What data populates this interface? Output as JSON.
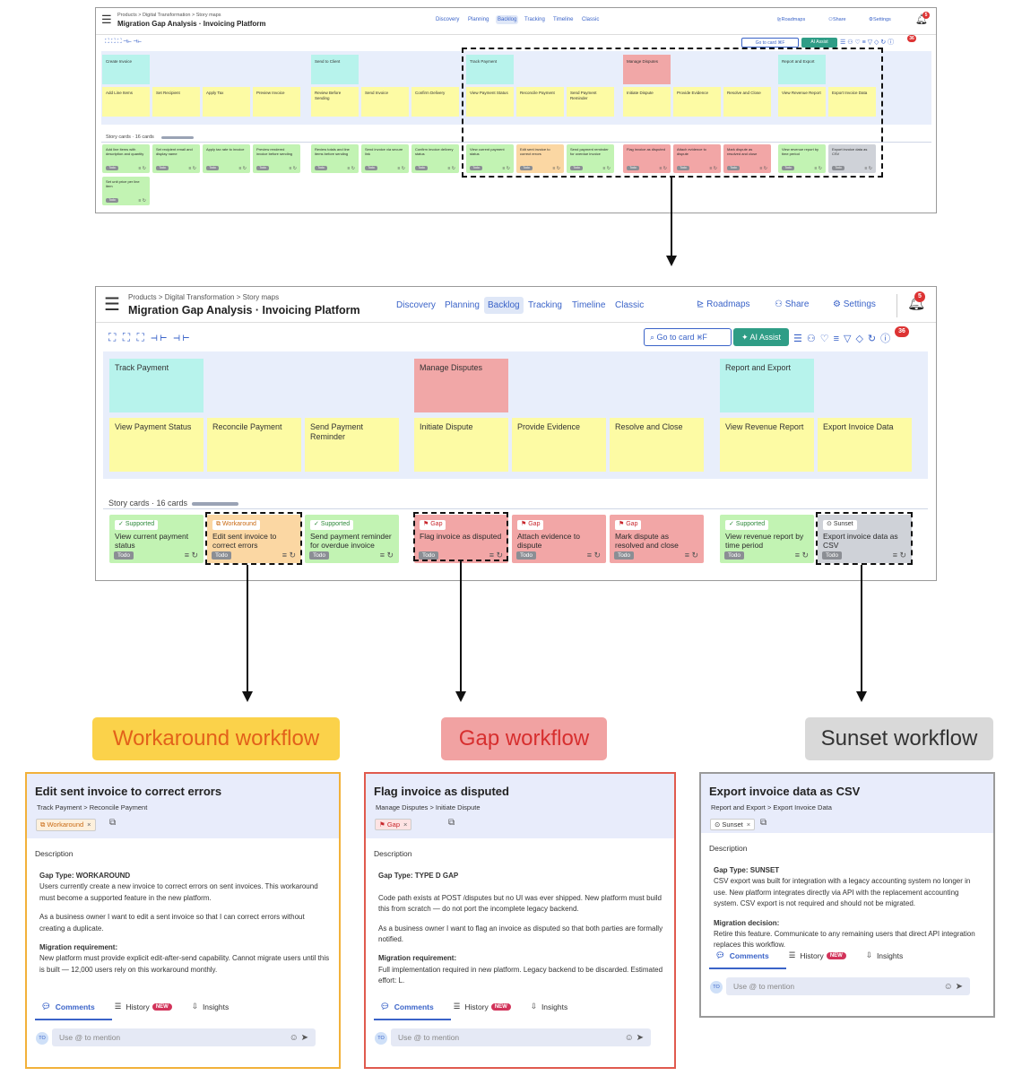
{
  "app": {
    "breadcrumb": "Products > Digital Transformation > Story maps",
    "title": "Migration Gap Analysis · Invoicing Platform",
    "tabs": [
      "Discovery",
      "Planning",
      "Backlog",
      "Tracking",
      "Timeline",
      "Classic"
    ],
    "active_tab": "Backlog",
    "roadmaps_label": "Roadmaps",
    "share_label": "Share",
    "settings_label": "Settings",
    "notification_count": "5",
    "go_to_card": "Go to card ⌘F",
    "ai_assist": "AI Assist",
    "toolbar_badge": "36",
    "story_cards_label": "Story cards · 16 cards"
  },
  "overview": {
    "activities": [
      "Create Invoice",
      "Send to Client",
      "Track Payment",
      "Manage Disputes",
      "Report and Export"
    ],
    "steps": [
      "Add Line Items",
      "Set Recipient",
      "Apply Tax",
      "Preview Invoice",
      "Review Before Sending",
      "Send Invoice",
      "Confirm Delivery",
      "View Payment Status",
      "Reconcile Payment",
      "Send Payment Reminder",
      "Initiate Dispute",
      "Provide Evidence",
      "Resolve and Close",
      "View Revenue Report",
      "Export Invoice Data"
    ],
    "story_cards": [
      {
        "text": "Add line items with description and quantity",
        "status": "Todo"
      },
      {
        "text": "Set recipient email and display name",
        "status": "Todo"
      },
      {
        "text": "Apply tax rate to invoice",
        "status": "Todo"
      },
      {
        "text": "Preview rendered invoice before sending",
        "status": "Todo"
      },
      {
        "text": "Review totals and line items before sending",
        "status": "Todo"
      },
      {
        "text": "Send invoice via secure link",
        "status": "Todo"
      },
      {
        "text": "Confirm invoice delivery status",
        "status": "Todo"
      },
      {
        "text": "View current payment status",
        "status": "Todo"
      },
      {
        "text": "Edit sent invoice to correct errors",
        "status": "Todo"
      },
      {
        "text": "Send payment reminder for overdue invoice",
        "status": "Todo"
      },
      {
        "text": "Flag invoice as disputed",
        "status": "Todo"
      },
      {
        "text": "Attach evidence to dispute",
        "status": "Todo"
      },
      {
        "text": "Mark dispute as resolved and close",
        "status": "Todo"
      },
      {
        "text": "View revenue report by time period",
        "status": "Todo"
      },
      {
        "text": "Export invoice data as CSV",
        "status": "Todo"
      },
      {
        "text": "Set unit price per line item",
        "status": "Todo"
      }
    ]
  },
  "zoom": {
    "activities": [
      "Track Payment",
      "Manage Disputes",
      "Report and Export"
    ],
    "steps": [
      "View Payment Status",
      "Reconcile Payment",
      "Send Payment Reminder",
      "Initiate Dispute",
      "Provide Evidence",
      "Resolve and Close",
      "View Revenue Report",
      "Export Invoice Data"
    ],
    "cards": [
      {
        "tag": "Supported",
        "text": "View current payment status",
        "status": "Todo"
      },
      {
        "tag": "Workaround",
        "text": "Edit sent invoice to correct errors",
        "status": "Todo"
      },
      {
        "tag": "Supported",
        "text": "Send payment reminder for overdue invoice",
        "status": "Todo"
      },
      {
        "tag": "Gap",
        "text": "Flag invoice as disputed",
        "status": "Todo"
      },
      {
        "tag": "Gap",
        "text": "Attach evidence to dispute",
        "status": "Todo"
      },
      {
        "tag": "Gap",
        "text": "Mark dispute as resolved and close",
        "status": "Todo"
      },
      {
        "tag": "Supported",
        "text": "View revenue report by time period",
        "status": "Todo"
      },
      {
        "tag": "Sunset",
        "text": "Export invoice data as CSV",
        "status": "Todo"
      }
    ]
  },
  "workflows": [
    {
      "label": "Workaround workflow",
      "title": "Edit sent invoice to correct errors",
      "crumb": "Track Payment > Reconcile Payment",
      "tag": "Workaround",
      "description_label": "Description",
      "gap_type": "Gap Type: WORKAROUND",
      "para1": "Users currently create a new invoice to correct errors on sent invoices. This workaround must become a supported feature in the new platform.",
      "para2": "As a business owner I want to edit a sent invoice so that I can correct errors without creating a duplicate.",
      "req_title": "Migration requirement:",
      "req_text": "New platform must provide explicit edit-after-send capability. Cannot migrate users until this is built — 12,000 users rely on this workaround monthly."
    },
    {
      "label": "Gap workflow",
      "title": "Flag invoice as disputed",
      "crumb": "Manage Disputes > Initiate Dispute",
      "tag": "Gap",
      "description_label": "Description",
      "gap_type": "Gap Type: TYPE D GAP",
      "para1": "Code path exists at POST /disputes but no UI was ever shipped. New platform must build this from scratch — do not port the incomplete legacy backend.",
      "para2": "As a business owner I want to flag an invoice as disputed so that both parties are formally notified.",
      "req_title": "Migration requirement:",
      "req_text": "Full implementation required in new platform. Legacy backend to be discarded. Estimated effort: L."
    },
    {
      "label": "Sunset workflow",
      "title": "Export invoice data as CSV",
      "crumb": "Report and Export > Export Invoice Data",
      "tag": "Sunset",
      "description_label": "Description",
      "gap_type": "Gap Type: SUNSET",
      "para1": "CSV export was built for integration with a legacy accounting system no longer in use. New platform integrates directly via API with the replacement accounting system. CSV export is not required and should not be migrated.",
      "para2": "",
      "req_title": "Migration decision:",
      "req_text": "Retire this feature. Communicate to any remaining users that direct API integration replaces this workflow."
    }
  ],
  "panel_ui": {
    "comments": "Comments",
    "history": "History",
    "new_badge": "NEW",
    "insights": "Insights",
    "mention_placeholder": "Use @ to mention",
    "avatar": "TO"
  },
  "colors": {
    "supported": "#c2f3b3",
    "workaround": "#fbd7a3",
    "gap": "#f2a6a6",
    "sunset": "#cfd2d8",
    "activity_teal": "#b7f3ec",
    "activity_rose": "#f1a7a7",
    "step_yellow": "#fdfba4",
    "workaround_label": "#fbd24a",
    "gap_label": "#f1a2a2",
    "sunset_label": "#d9d9d9"
  }
}
